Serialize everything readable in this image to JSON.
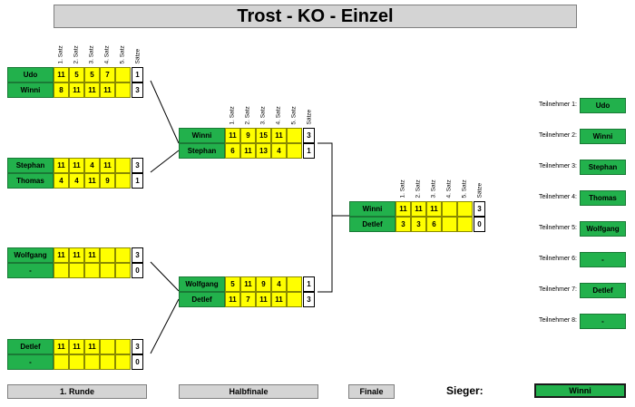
{
  "title": "Trost - KO - Einzel",
  "headers": [
    "1. Satz",
    "2. Satz",
    "3. Satz",
    "4. Satz",
    "5. Satz",
    "Sätze"
  ],
  "round1": [
    {
      "p1": {
        "name": "Udo",
        "scores": [
          "11",
          "5",
          "5",
          "7",
          ""
        ],
        "sets": "1"
      },
      "p2": {
        "name": "Winni",
        "scores": [
          "8",
          "11",
          "11",
          "11",
          ""
        ],
        "sets": "3"
      }
    },
    {
      "p1": {
        "name": "Stephan",
        "scores": [
          "11",
          "11",
          "4",
          "11",
          ""
        ],
        "sets": "3"
      },
      "p2": {
        "name": "Thomas",
        "scores": [
          "4",
          "4",
          "11",
          "9",
          ""
        ],
        "sets": "1"
      }
    },
    {
      "p1": {
        "name": "Wolfgang",
        "scores": [
          "11",
          "11",
          "11",
          "",
          ""
        ],
        "sets": "3"
      },
      "p2": {
        "name": "-",
        "scores": [
          "",
          "",
          "",
          "",
          ""
        ],
        "sets": "0"
      }
    },
    {
      "p1": {
        "name": "Detlef",
        "scores": [
          "11",
          "11",
          "11",
          "",
          ""
        ],
        "sets": "3"
      },
      "p2": {
        "name": "-",
        "scores": [
          "",
          "",
          "",
          "",
          ""
        ],
        "sets": "0"
      }
    }
  ],
  "semis": [
    {
      "p1": {
        "name": "Winni",
        "scores": [
          "11",
          "9",
          "15",
          "11",
          ""
        ],
        "sets": "3"
      },
      "p2": {
        "name": "Stephan",
        "scores": [
          "6",
          "11",
          "13",
          "4",
          ""
        ],
        "sets": "1"
      }
    },
    {
      "p1": {
        "name": "Wolfgang",
        "scores": [
          "5",
          "11",
          "9",
          "4",
          ""
        ],
        "sets": "1"
      },
      "p2": {
        "name": "Detlef",
        "scores": [
          "11",
          "7",
          "11",
          "11",
          ""
        ],
        "sets": "3"
      }
    }
  ],
  "final": {
    "p1": {
      "name": "Winni",
      "scores": [
        "11",
        "11",
        "11",
        "",
        ""
      ],
      "sets": "3"
    },
    "p2": {
      "name": "Detlef",
      "scores": [
        "3",
        "3",
        "6",
        "",
        ""
      ],
      "sets": "0"
    }
  },
  "participants": [
    {
      "label": "Teilnehmer 1:",
      "name": "Udo"
    },
    {
      "label": "Teilnehmer 2:",
      "name": "Winni"
    },
    {
      "label": "Teilnehmer 3:",
      "name": "Stephan"
    },
    {
      "label": "Teilnehmer 4:",
      "name": "Thomas"
    },
    {
      "label": "Teilnehmer 5:",
      "name": "Wolfgang"
    },
    {
      "label": "Teilnehmer 6:",
      "name": "-"
    },
    {
      "label": "Teilnehmer 7:",
      "name": "Detlef"
    },
    {
      "label": "Teilnehmer 8:",
      "name": "-"
    }
  ],
  "footer": {
    "round1": "1. Runde",
    "semis": "Halbfinale",
    "final": "Finale",
    "winner_label": "Sieger:",
    "winner": "Winni"
  },
  "colors": {
    "name_green": "#22b14c",
    "score_yellow": "#ffff00",
    "title_gray": "#d4d4d4"
  }
}
